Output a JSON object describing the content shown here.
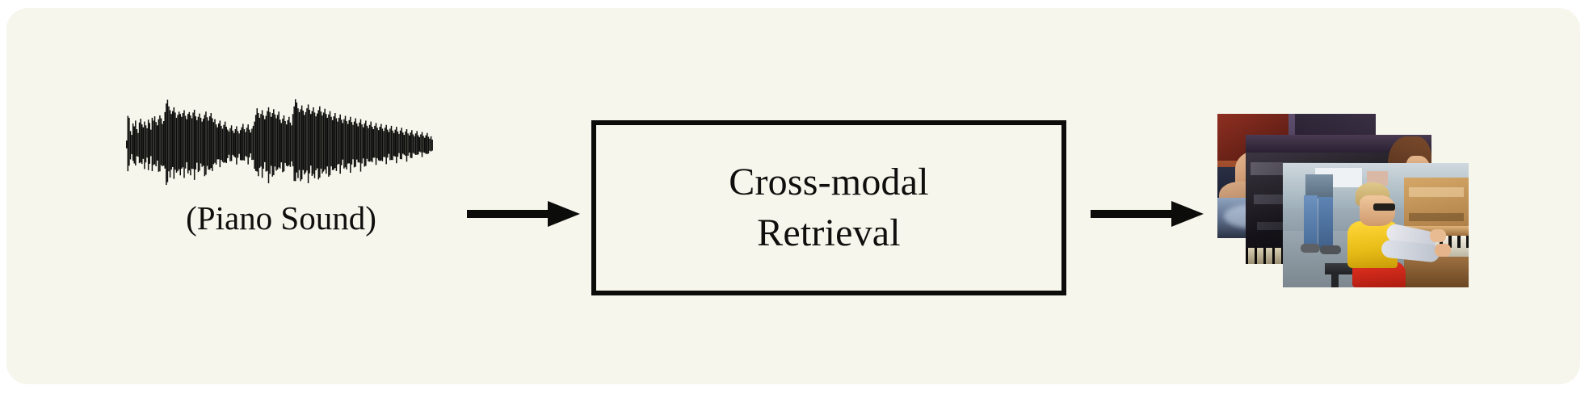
{
  "figure": {
    "name": "cross-modal-retrieval-pipeline",
    "background_color": "#f7f6ed",
    "ink_color": "#100f0d",
    "page_background": "#ffffff"
  },
  "audio": {
    "caption": "(Piano Sound)",
    "icon": "audio-waveform-icon",
    "waveform_color": "#0c0c0a",
    "samples": [
      0.1,
      0.62,
      0.58,
      0.3,
      0.22,
      0.46,
      0.4,
      0.52,
      0.34,
      0.26,
      0.48,
      0.56,
      0.44,
      0.38,
      0.5,
      0.42,
      0.36,
      0.54,
      0.47,
      0.33,
      0.58,
      0.52,
      0.61,
      0.49,
      0.42,
      0.55,
      0.63,
      0.57,
      0.45,
      0.51,
      0.7,
      0.88,
      0.96,
      0.82,
      0.74,
      0.66,
      0.72,
      0.8,
      0.69,
      0.58,
      0.64,
      0.71,
      0.66,
      0.6,
      0.68,
      0.74,
      0.62,
      0.55,
      0.66,
      0.7,
      0.63,
      0.57,
      0.69,
      0.75,
      0.61,
      0.53,
      0.6,
      0.67,
      0.58,
      0.5,
      0.56,
      0.64,
      0.71,
      0.59,
      0.52,
      0.61,
      0.68,
      0.57,
      0.49,
      0.55,
      0.44,
      0.38,
      0.46,
      0.52,
      0.41,
      0.35,
      0.43,
      0.5,
      0.39,
      0.33,
      0.29,
      0.36,
      0.42,
      0.31,
      0.26,
      0.34,
      0.4,
      0.3,
      0.25,
      0.32,
      0.38,
      0.45,
      0.34,
      0.28,
      0.37,
      0.44,
      0.33,
      0.27,
      0.35,
      0.41,
      0.5,
      0.64,
      0.78,
      0.68,
      0.58,
      0.66,
      0.74,
      0.63,
      0.55,
      0.62,
      0.72,
      0.8,
      0.7,
      0.6,
      0.68,
      0.76,
      0.65,
      0.57,
      0.64,
      0.71,
      0.54,
      0.47,
      0.56,
      0.63,
      0.51,
      0.44,
      0.53,
      0.6,
      0.48,
      0.42,
      0.66,
      0.82,
      0.97,
      0.9,
      0.78,
      0.7,
      0.76,
      0.84,
      0.73,
      0.64,
      0.7,
      0.78,
      0.86,
      0.75,
      0.66,
      0.72,
      0.8,
      0.69,
      0.61,
      0.67,
      0.74,
      0.82,
      0.71,
      0.63,
      0.69,
      0.77,
      0.66,
      0.58,
      0.65,
      0.72,
      0.6,
      0.53,
      0.61,
      0.68,
      0.57,
      0.5,
      0.58,
      0.65,
      0.54,
      0.47,
      0.55,
      0.62,
      0.51,
      0.45,
      0.53,
      0.6,
      0.49,
      0.43,
      0.5,
      0.57,
      0.46,
      0.4,
      0.48,
      0.55,
      0.44,
      0.38,
      0.46,
      0.52,
      0.41,
      0.36,
      0.43,
      0.5,
      0.39,
      0.34,
      0.41,
      0.47,
      0.37,
      0.32,
      0.39,
      0.45,
      0.35,
      0.3,
      0.37,
      0.43,
      0.33,
      0.28,
      0.35,
      0.41,
      0.31,
      0.26,
      0.33,
      0.39,
      0.29,
      0.24,
      0.31,
      0.37,
      0.27,
      0.22,
      0.29,
      0.34,
      0.25,
      0.21,
      0.27,
      0.32,
      0.23,
      0.19,
      0.25,
      0.3,
      0.21,
      0.17,
      0.23,
      0.28,
      0.2,
      0.16,
      0.21,
      0.26,
      0.18,
      0.14,
      0.19,
      0.12
    ]
  },
  "flow": {
    "arrow_1": "arrow-right-icon",
    "arrow_2": "arrow-right-icon",
    "arrow_color": "#0c0c0a"
  },
  "module": {
    "label_line_1": "Cross-modal",
    "label_line_2": "Retrieval",
    "border_color": "#0c0c0a"
  },
  "results": {
    "icon": "video-thumbnail-stack-icon",
    "count": 3,
    "thumbnails": [
      {
        "name": "thumbnail-back",
        "description": "Hands playing a dark piano with reddish wood"
      },
      {
        "name": "thumbnail-mid",
        "description": "Glossy black upright piano with a person's head"
      },
      {
        "name": "thumbnail-front",
        "description": "Boy in a yellow sweater and red pants playing a wooden upright piano"
      }
    ]
  }
}
